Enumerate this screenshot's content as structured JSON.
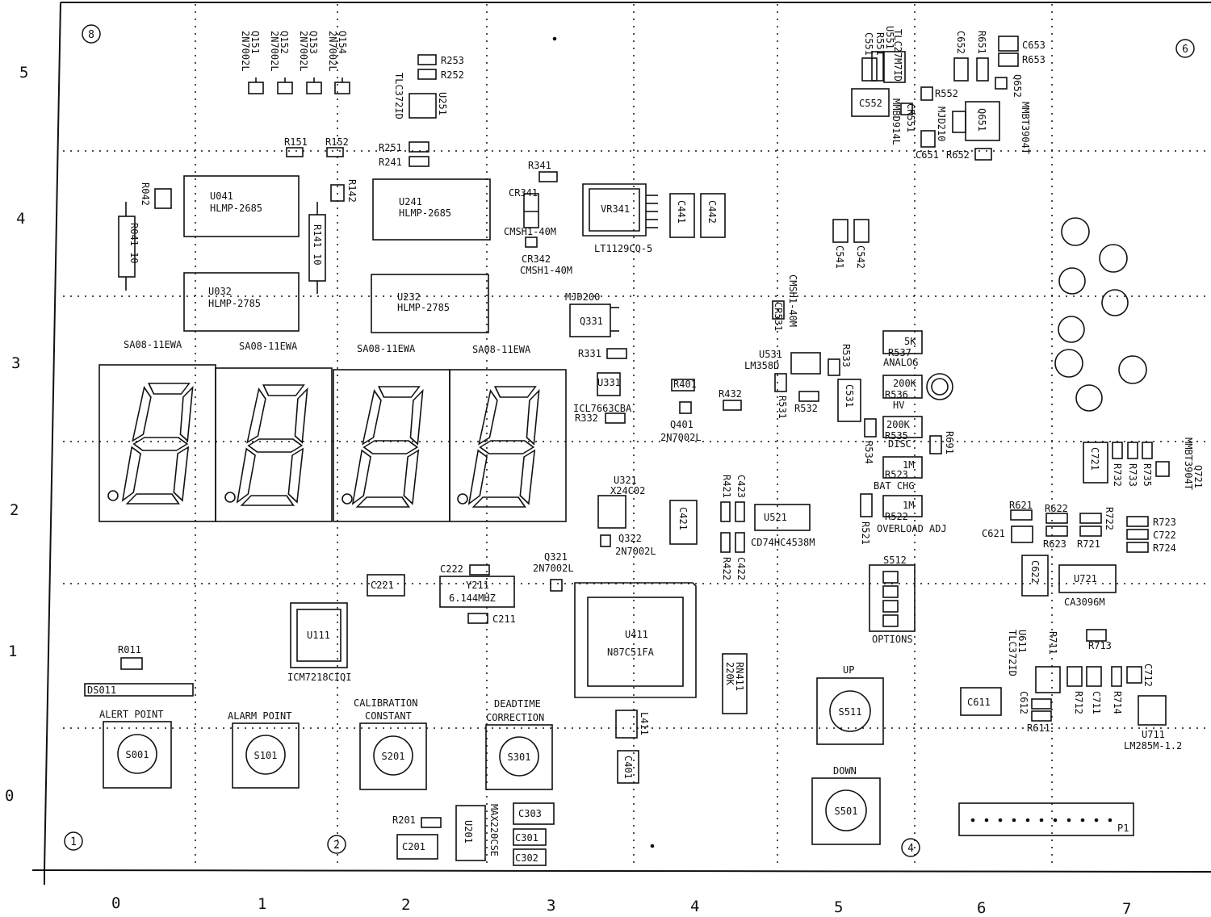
{
  "axes": {
    "rows": [
      "5",
      "4",
      "3",
      "2",
      "1",
      "0"
    ],
    "cols": [
      "0",
      "1",
      "2",
      "3",
      "4",
      "5",
      "6",
      "7"
    ]
  },
  "corner_marks": {
    "tl": "8",
    "tr": "6",
    "bl": "1",
    "b2": "2",
    "b4": "4"
  },
  "components": {
    "q151": "Q151",
    "q151p": "2N7002L",
    "q152": "Q152",
    "q152p": "2N7002L",
    "q153": "Q153",
    "q153p": "2N7002L",
    "q154": "Q154",
    "q154p": "2N7002L",
    "r253": "R253",
    "r252": "R252",
    "u251": "U251",
    "u251p": "TLC372ID",
    "r151": "R151",
    "r152": "R152",
    "r251": "R251",
    "r241": "R241",
    "r341": "R341",
    "r142": "R142",
    "r042": "R042",
    "u041": "U041",
    "u041p": "HLMP-2685",
    "u241": "U241",
    "u241p": "HLMP-2685",
    "u032": "U032",
    "u032p": "HLMP-2785",
    "u232": "U232",
    "u232p": "HLMP-2785",
    "r041": "R041 10",
    "r141": "R141 10",
    "cr341": "CR341",
    "cr341p": "CMSH1-40M",
    "cr342": "CR342",
    "cr342p": "CMSH1-40M",
    "vr341": "VR341",
    "vr341p": "LT1129CQ-5",
    "c441": "C441",
    "c442": "C442",
    "c551": "C551",
    "r551": "R551",
    "u551": "U551",
    "u551p": "TLC27M7ID",
    "c552cap": "C552",
    "r651": "R651",
    "c653": "C653",
    "r653": "R653",
    "q652": "Q652",
    "q652p": "MMBT3904T",
    "r552": "R552",
    "cr551": "CR551",
    "cr551p": "MMBD914L",
    "q651": "Q651",
    "q651p": "MJD210",
    "c651": "C651",
    "r652": "R652",
    "c541": "C541",
    "c542": "C542",
    "cmsh": "CMSH1-40M",
    "cr531": "CR531",
    "mjd200": "MJD200",
    "q331": "Q331",
    "r331": "R331",
    "u331": "U331",
    "u331p": "ICL7663CBA",
    "r332": "R332",
    "ds031": "SA08-11EWA",
    "ds131": "SA08-11EWA",
    "ds231": "SA08-11EWA",
    "ds233": "SA08-11EWA",
    "u531": "U531",
    "u531p": "LM358D",
    "r533": "R533",
    "r531": "R531",
    "r532": "R532",
    "c531": "C531",
    "r537": "R537",
    "r537v": "5K",
    "analog": "ANALOG",
    "r536": "R536",
    "r536v": "200K",
    "hv": "HV",
    "r535": "R535",
    "r535v": "200K",
    "disc": "DISC",
    "r534": "R534",
    "r523": "R523",
    "r523v": "1M",
    "batchg": "BAT CHG",
    "r522": "R522",
    "r522v": "1M",
    "ovadj": "OVERLOAD ADJ",
    "r521": "R521",
    "r691": "R691",
    "r401": "R401",
    "q401": "Q401",
    "q401p": "2N7002L",
    "r402": "R432",
    "u321": "U321",
    "u321p": "X24C02",
    "q322": "Q322",
    "q322p": "2N7002L",
    "c421": "C421",
    "r421": "R421",
    "c423": "C423",
    "r422": "R422",
    "c422": "C422",
    "u521": "U521",
    "u521p": "CD74HC4538M",
    "c721": "C721",
    "r732": "R732",
    "r733": "R733",
    "r735": "R735",
    "q721": "Q721",
    "q721p": "MMBT3904T",
    "r621": "R621",
    "r622": "R622",
    "r722": "R722",
    "r723": "R723",
    "c722": "C722",
    "r724": "R724",
    "c621": "C621",
    "r623": "R623",
    "r721": "R721",
    "c622": "C622",
    "u721": "U721",
    "u721p": "CA3096M",
    "s512": "S512",
    "options": "OPTIONS",
    "c222": "C222",
    "q321": "Q321",
    "q321p": "2N7002L",
    "c221": "C221",
    "y211": "Y211",
    "y211p": "6.144MHZ",
    "c211": "C211",
    "u111": "U111",
    "u111p": "ICM7218CIQI",
    "u411": "U411",
    "u411p": "N87C51FA",
    "r011": "R011",
    "ds011": "DS011",
    "u611": "U611",
    "u611p": "TLC372ID",
    "r711": "R711",
    "r713": "R713",
    "c612": "C612",
    "r712": "R712",
    "c711": "C711",
    "r714": "R714",
    "c712": "C712",
    "c611": "C611",
    "r611": "R611",
    "u711": "U711",
    "u711p": "LM285M-1.2",
    "rn411": "RN411",
    "rn411v": "220K",
    "l411": "L411",
    "c401": "C401",
    "r201": "R201",
    "u201": "U201",
    "u201p": "MAX220CSE",
    "c303": "C303",
    "c301": "C301",
    "c302": "C302",
    "c201": "C201",
    "p1": "P1"
  },
  "switches": {
    "alert_label": "ALERT POINT",
    "alert_id": "S001",
    "alarm_label": "ALARM POINT",
    "alarm_id": "S101",
    "cal_label1": "CALIBRATION",
    "cal_label2": "CONSTANT",
    "cal_id": "S201",
    "dead_label1": "DEADTIME",
    "dead_label2": "CORRECTION",
    "dead_id": "S301",
    "up_label": "UP",
    "up_id": "S511",
    "down_label": "DOWN",
    "down_id": "S501"
  }
}
